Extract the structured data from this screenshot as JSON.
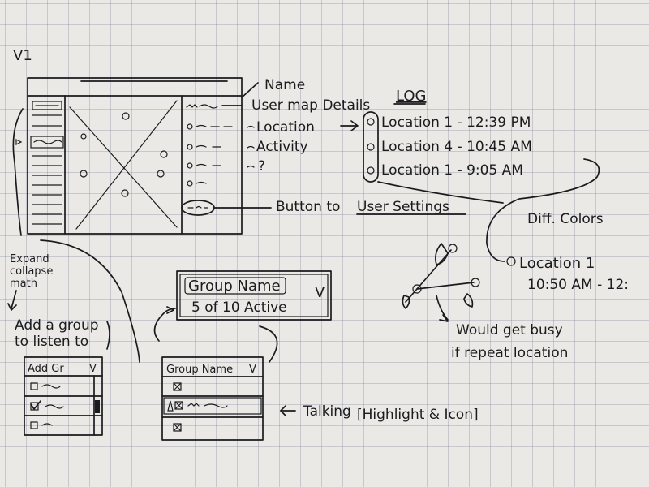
{
  "version": "V1",
  "annotations": {
    "name": "Name",
    "user_map_details": "User map Details",
    "location": "Location",
    "activity": "Activity",
    "unknown": "?",
    "user_settings_prefix": "Button to ",
    "user_settings_link": "User Settings",
    "expand_collapse": [
      "Expand",
      "collapse",
      "math"
    ],
    "add_group_listen": [
      "Add a group",
      "to listen to"
    ],
    "diff_colors": "Diff. Colors",
    "would_get_busy": [
      "Would get busy",
      "if repeat location"
    ],
    "talking_prefix": "Talking",
    "talking_bracket": "[Highlight & Icon]"
  },
  "log": {
    "title": "LOG",
    "entries": [
      "Location 1 - 12:39 PM",
      "Location 4 - 10:45 AM",
      "Location 1 - 9:05 AM"
    ]
  },
  "location_detail": {
    "title": "Location 1",
    "time": "10:50 AM - 12:"
  },
  "group_card": {
    "name": "Group Name",
    "active": "5 of 10 Active",
    "chevron": "V"
  },
  "add_group_dropdown": {
    "label": "Add Gr",
    "chevron": "V"
  },
  "group_dropdown": {
    "label": "Group Name",
    "chevron": "V"
  },
  "icons": {
    "checkbox": "checkbox-icon",
    "chevron": "chevron-down-icon",
    "arrow": "arrow-icon"
  }
}
